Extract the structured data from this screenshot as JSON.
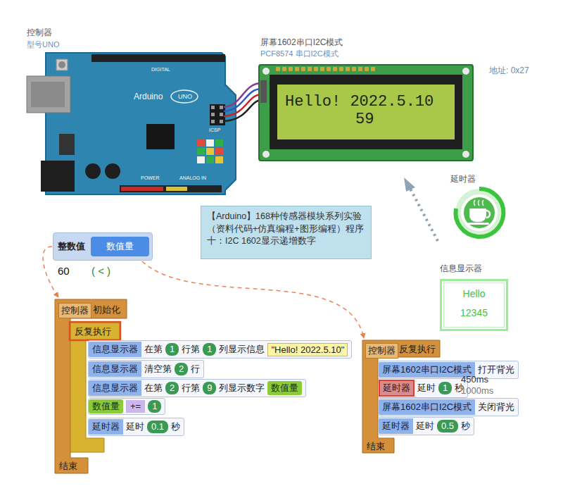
{
  "diagram": {
    "nodes": [
      {
        "text": [
          "控制器",
          "型号UNO"
        ]
      },
      {
        "text": [
          "屏幕1602串口I2C模式",
          "PCF8574 串口I2C模式",
          "Hello! 2022.5.10",
          "59"
        ]
      },
      {
        "text": [
          "【Arduino】168种传感器模块系列实验（资料代码+仿真编程+图形编程）程序十：I2C 1602显示递增数字"
        ]
      },
      {
        "text": [
          "延时器"
        ]
      },
      {
        "text": [
          "信息显示器",
          "Hello",
          "12345"
        ]
      },
      {
        "text": [
          "整数值",
          "数值量"
        ]
      },
      {
        "text": [
          "控制器",
          "初始化",
          "结束"
        ]
      },
      {
        "text": [
          "反复执行"
        ],
        "in": 6
      },
      {
        "text": [
          "信息显示器",
          "在第",
          "1",
          "行第",
          "1",
          "列显示信息",
          "\"Hello! 2022.5.10\""
        ],
        "in": 7
      },
      {
        "text": [
          "信息显示器",
          "清空第",
          "2",
          "行"
        ],
        "in": 7
      },
      {
        "text": [
          "信息显示器",
          "在第",
          "2",
          "行第",
          "9",
          "列显示数字",
          "数值量"
        ],
        "in": 7
      },
      {
        "text": [
          "数值量",
          "+=",
          "1"
        ],
        "in": 7
      },
      {
        "text": [
          "延时器",
          "延时",
          "0.1",
          "秒"
        ],
        "in": 7
      },
      {
        "text": [
          "控制器",
          "反复执行",
          "结束"
        ]
      },
      {
        "text": [
          "屏幕1602串口I2C模式",
          "打开背光"
        ],
        "in": 13
      },
      {
        "text": [
          "延时器",
          "延时",
          "1",
          "秒"
        ],
        "in": 13
      },
      {
        "text": [
          "屏幕1602串口I2C模式",
          "关闭背光"
        ],
        "in": 13
      },
      {
        "text": [
          "延时器",
          "延时",
          "0.5",
          "秒"
        ],
        "in": 13
      }
    ],
    "edges": [
      {
        "from": 5,
        "to": 6,
        "arrow": "to"
      },
      {
        "from": 5,
        "to": 13,
        "arrow": "to"
      }
    ],
    "labels": [
      "地址: 0x27",
      "60",
      "( < )",
      "450ms",
      "1000ms",
      "Arduino",
      "UNO",
      "DIGITAL",
      "ICSP",
      "POWER",
      "ANALOG IN"
    ]
  }
}
